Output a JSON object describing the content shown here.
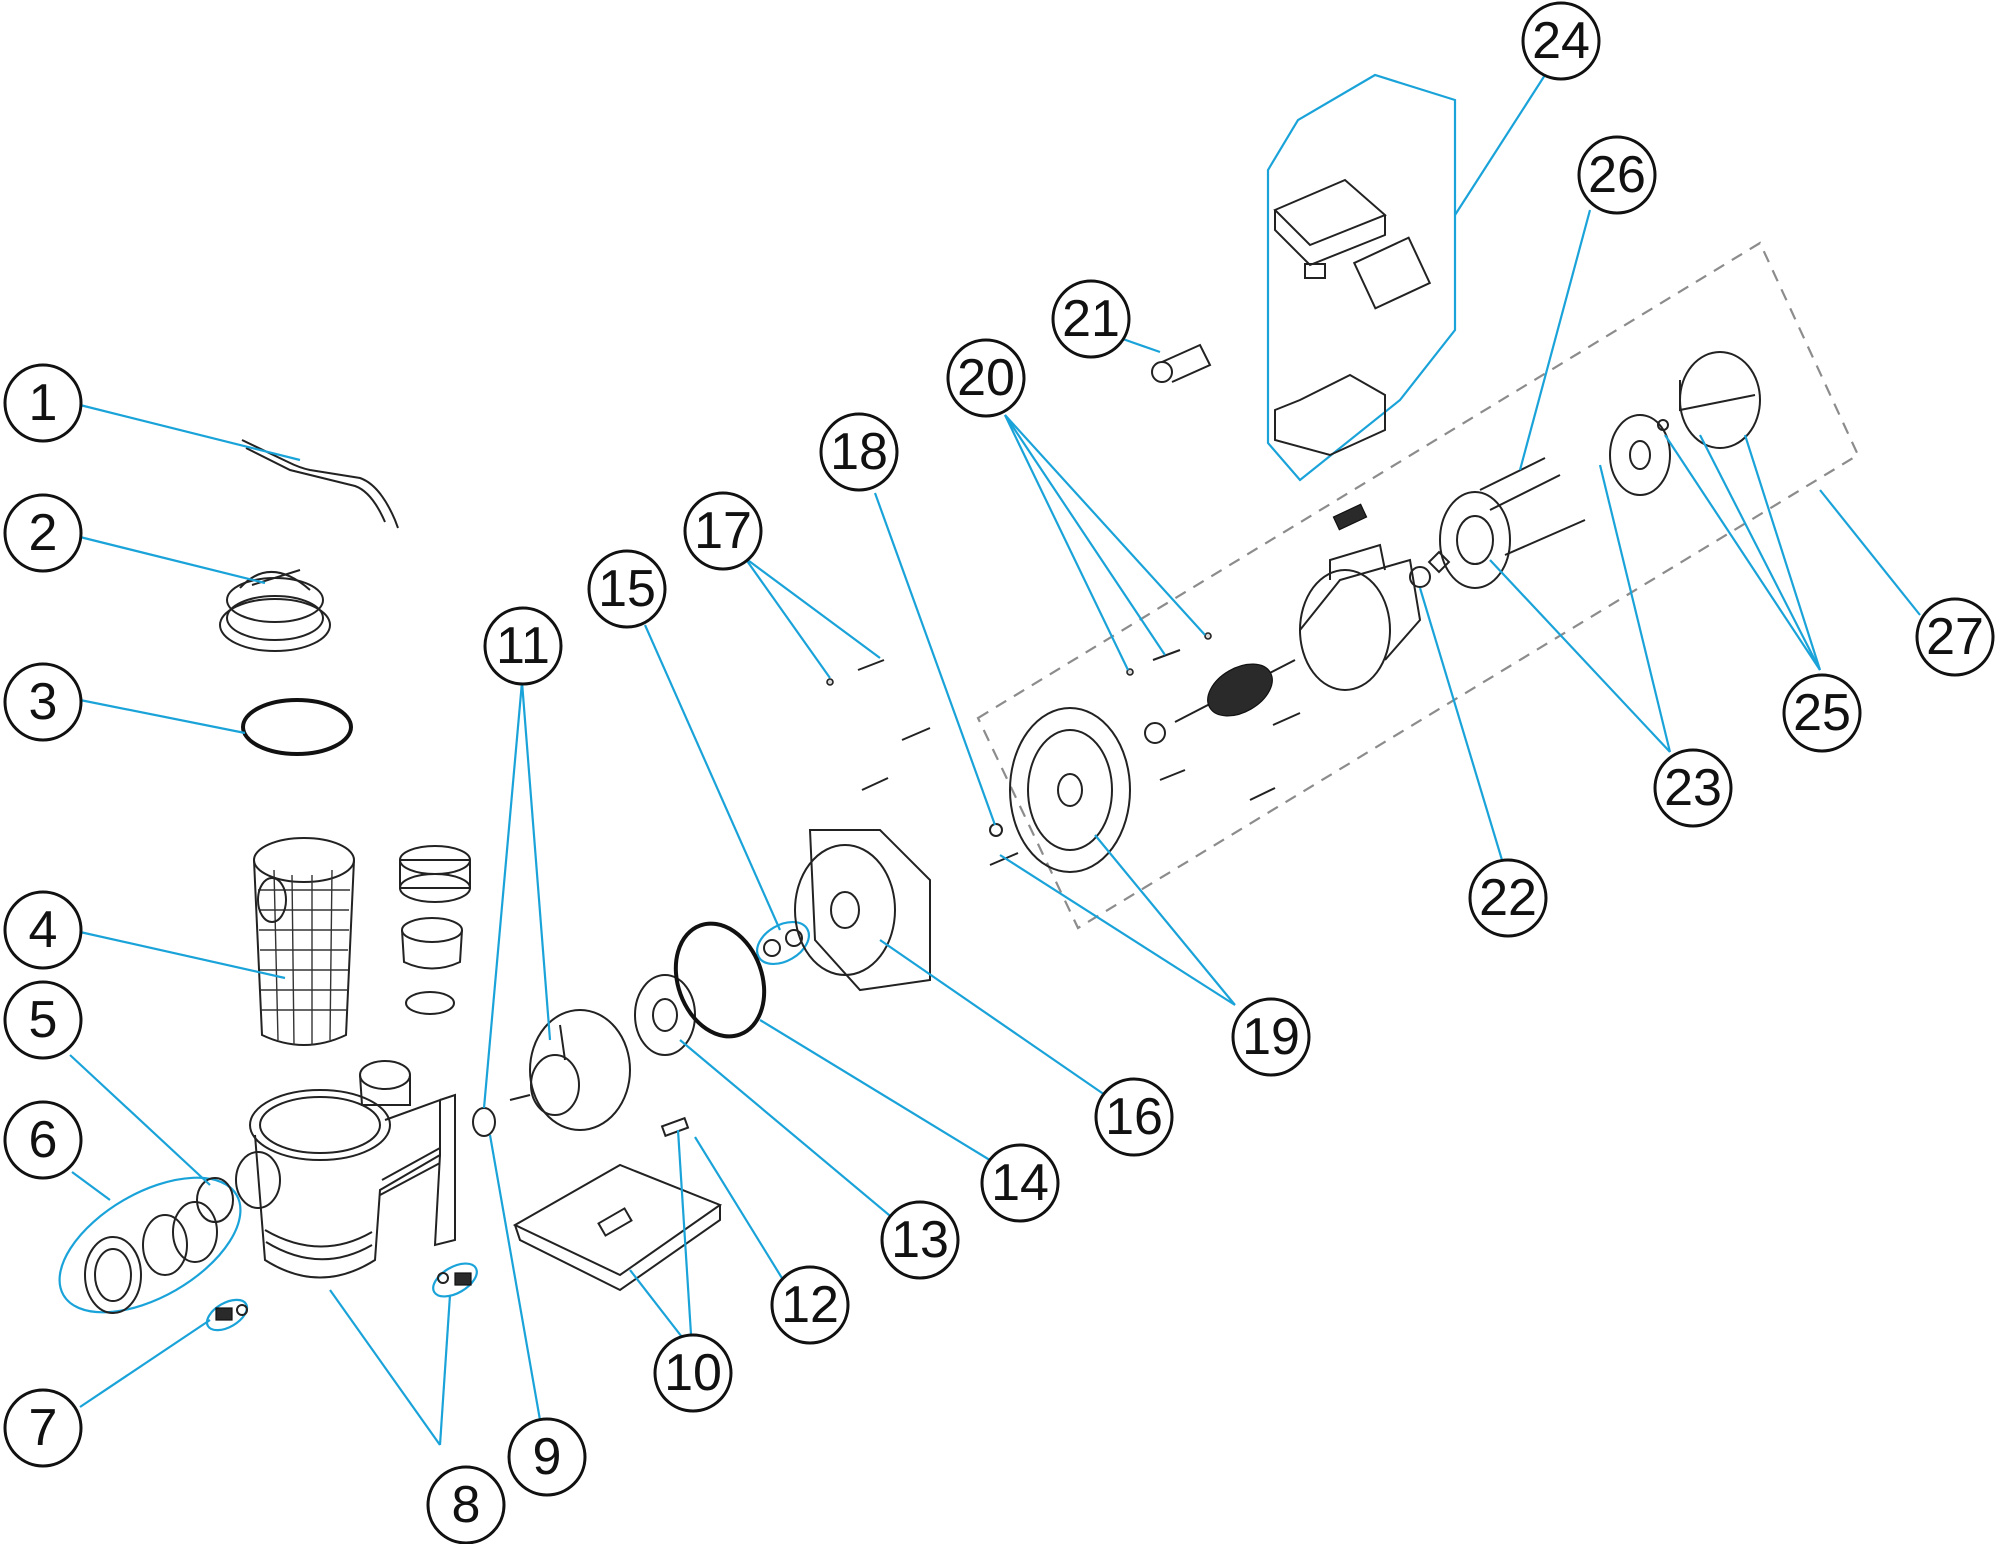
{
  "callouts": [
    {
      "label": "1"
    },
    {
      "label": "2"
    },
    {
      "label": "3"
    },
    {
      "label": "4"
    },
    {
      "label": "5"
    },
    {
      "label": "6"
    },
    {
      "label": "7"
    },
    {
      "label": "8"
    },
    {
      "label": "9"
    },
    {
      "label": "10"
    },
    {
      "label": "11"
    },
    {
      "label": "12"
    },
    {
      "label": "13"
    },
    {
      "label": "14"
    },
    {
      "label": "15"
    },
    {
      "label": "16"
    },
    {
      "label": "17"
    },
    {
      "label": "18"
    },
    {
      "label": "19"
    },
    {
      "label": "20"
    },
    {
      "label": "21"
    },
    {
      "label": "22"
    },
    {
      "label": "23"
    },
    {
      "label": "24"
    },
    {
      "label": "25"
    },
    {
      "label": "26"
    },
    {
      "label": "27"
    }
  ],
  "colors": {
    "leader_line": "#1aa3d9",
    "part_outline": "#222222",
    "dashed_group": "#8c8c8c",
    "background": "#ffffff"
  }
}
